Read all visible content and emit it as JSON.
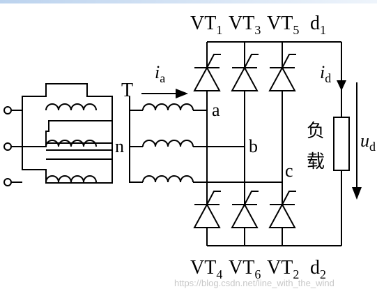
{
  "labels": {
    "vt1": "VT",
    "vt1_sub": "1",
    "vt3": "VT",
    "vt3_sub": "3",
    "vt5": "VT",
    "vt5_sub": "5",
    "d1": "d",
    "d1_sub": "1",
    "vt4": "VT",
    "vt4_sub": "4",
    "vt6": "VT",
    "vt6_sub": "6",
    "vt2": "VT",
    "vt2_sub": "2",
    "d2": "d",
    "d2_sub": "2",
    "transformer": "T",
    "ia": "i",
    "ia_sub": "a",
    "id": "i",
    "id_sub": "d",
    "ud": "u",
    "ud_sub": "d",
    "phase_a": "a",
    "phase_b": "b",
    "phase_c": "c",
    "neutral": "n",
    "load_1": "负",
    "load_2": "载"
  },
  "watermark": "https://blog.csdn.net/line_with_the_wind"
}
